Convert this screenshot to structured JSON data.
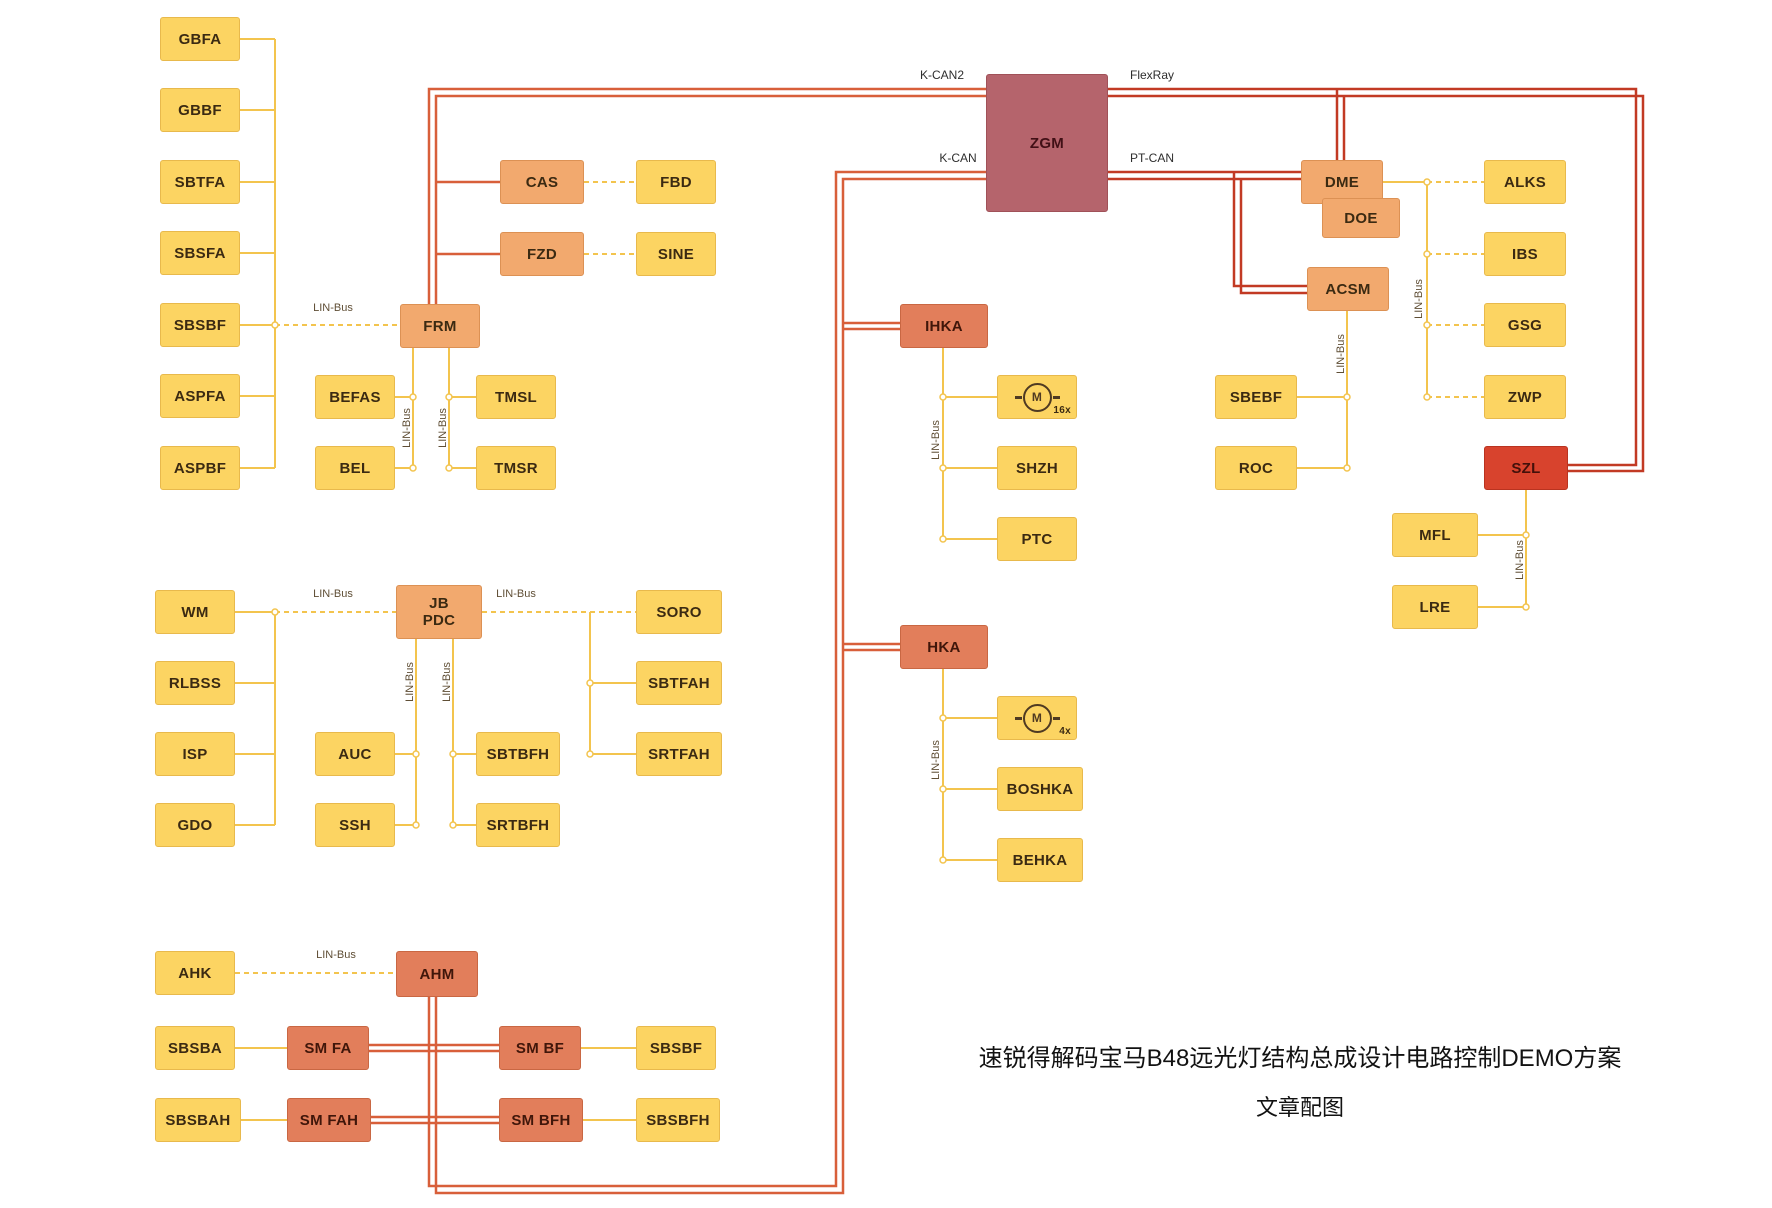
{
  "diagram": {
    "caption_line1": "速锐得解码宝马B48远光灯结构总成设计电路控制DEMO方案",
    "caption_line2": "文章配图",
    "bus_labels": {
      "kcan2": "K-CAN2",
      "flexray": "FlexRay",
      "kcan": "K-CAN",
      "ptcan": "PT-CAN",
      "lin": "LIN-Bus"
    },
    "colors": {
      "node_yellow": "#FCD462",
      "node_orange": "#F2A96E",
      "node_terracotta": "#E27E5B",
      "node_rose": "#B5646C",
      "node_red": "#D8432D",
      "wire_yellow": "#F3C44E",
      "bus_orange_red": "#D85F3A",
      "bus_red": "#C23A24",
      "text_dark": "#3B2A12"
    },
    "nodes": [
      {
        "id": "GBFA",
        "label": "GBFA",
        "kind": "yellow"
      },
      {
        "id": "GBBF",
        "label": "GBBF",
        "kind": "yellow"
      },
      {
        "id": "SBTFA",
        "label": "SBTFA",
        "kind": "yellow"
      },
      {
        "id": "SBSFA",
        "label": "SBSFA",
        "kind": "yellow"
      },
      {
        "id": "SBSBF",
        "label": "SBSBF",
        "kind": "yellow"
      },
      {
        "id": "ASPFA",
        "label": "ASPFA",
        "kind": "yellow"
      },
      {
        "id": "ASPBF",
        "label": "ASPBF",
        "kind": "yellow"
      },
      {
        "id": "FRM",
        "label": "FRM",
        "kind": "orange"
      },
      {
        "id": "CAS",
        "label": "CAS",
        "kind": "orange"
      },
      {
        "id": "FZD",
        "label": "FZD",
        "kind": "orange"
      },
      {
        "id": "FBD",
        "label": "FBD",
        "kind": "yellow"
      },
      {
        "id": "SINE",
        "label": "SINE",
        "kind": "yellow"
      },
      {
        "id": "BEFAS",
        "label": "BEFAS",
        "kind": "yellow"
      },
      {
        "id": "BEL",
        "label": "BEL",
        "kind": "yellow"
      },
      {
        "id": "TMSL",
        "label": "TMSL",
        "kind": "yellow"
      },
      {
        "id": "TMSR",
        "label": "TMSR",
        "kind": "yellow"
      },
      {
        "id": "WM",
        "label": "WM",
        "kind": "yellow"
      },
      {
        "id": "RLBSS",
        "label": "RLBSS",
        "kind": "yellow"
      },
      {
        "id": "ISP",
        "label": "ISP",
        "kind": "yellow"
      },
      {
        "id": "GDO",
        "label": "GDO",
        "kind": "yellow"
      },
      {
        "id": "JBPDC",
        "label": "JB\nPDC",
        "kind": "orange"
      },
      {
        "id": "AUC",
        "label": "AUC",
        "kind": "yellow"
      },
      {
        "id": "SSH",
        "label": "SSH",
        "kind": "yellow"
      },
      {
        "id": "SBTBFH",
        "label": "SBTBFH",
        "kind": "yellow"
      },
      {
        "id": "SRTBFH",
        "label": "SRTBFH",
        "kind": "yellow"
      },
      {
        "id": "SORO",
        "label": "SORO",
        "kind": "yellow"
      },
      {
        "id": "SBTFAH",
        "label": "SBTFAH",
        "kind": "yellow"
      },
      {
        "id": "SRTFAH",
        "label": "SRTFAH",
        "kind": "yellow"
      },
      {
        "id": "AHK",
        "label": "AHK",
        "kind": "yellow"
      },
      {
        "id": "AHM",
        "label": "AHM",
        "kind": "terracotta"
      },
      {
        "id": "SBSBA",
        "label": "SBSBA",
        "kind": "yellow"
      },
      {
        "id": "SBSBAH",
        "label": "SBSBAH",
        "kind": "yellow"
      },
      {
        "id": "SMFA",
        "label": "SM FA",
        "kind": "terracotta"
      },
      {
        "id": "SMFAH",
        "label": "SM FAH",
        "kind": "terracotta"
      },
      {
        "id": "SMBF",
        "label": "SM BF",
        "kind": "terracotta"
      },
      {
        "id": "SMBFH",
        "label": "SM BFH",
        "kind": "terracotta"
      },
      {
        "id": "SBSBF2",
        "label": "SBSBF",
        "kind": "yellow"
      },
      {
        "id": "SBSBFH",
        "label": "SBSBFH",
        "kind": "yellow"
      },
      {
        "id": "ZGM",
        "label": "ZGM",
        "kind": "rose"
      },
      {
        "id": "IHKA",
        "label": "IHKA",
        "kind": "terracotta"
      },
      {
        "id": "MOT1",
        "label": "M",
        "kind": "motor",
        "count": "16x"
      },
      {
        "id": "SHZH",
        "label": "SHZH",
        "kind": "yellow"
      },
      {
        "id": "PTC",
        "label": "PTC",
        "kind": "yellow"
      },
      {
        "id": "HKA",
        "label": "HKA",
        "kind": "terracotta"
      },
      {
        "id": "MOT2",
        "label": "M",
        "kind": "motor",
        "count": "4x"
      },
      {
        "id": "BOSHKA",
        "label": "BOSHKA",
        "kind": "yellow"
      },
      {
        "id": "BEHKA",
        "label": "BEHKA",
        "kind": "yellow"
      },
      {
        "id": "DME",
        "label": "DME",
        "kind": "orange"
      },
      {
        "id": "DOE",
        "label": "DOE",
        "kind": "orange"
      },
      {
        "id": "ACSM",
        "label": "ACSM",
        "kind": "orange"
      },
      {
        "id": "SBEBF",
        "label": "SBEBF",
        "kind": "yellow"
      },
      {
        "id": "ROC",
        "label": "ROC",
        "kind": "yellow"
      },
      {
        "id": "ALKS",
        "label": "ALKS",
        "kind": "yellow"
      },
      {
        "id": "IBS",
        "label": "IBS",
        "kind": "yellow"
      },
      {
        "id": "GSG",
        "label": "GSG",
        "kind": "yellow"
      },
      {
        "id": "ZWP",
        "label": "ZWP",
        "kind": "yellow"
      },
      {
        "id": "SZL",
        "label": "SZL",
        "kind": "red"
      },
      {
        "id": "MFL",
        "label": "MFL",
        "kind": "yellow"
      },
      {
        "id": "LRE",
        "label": "LRE",
        "kind": "yellow"
      }
    ]
  }
}
